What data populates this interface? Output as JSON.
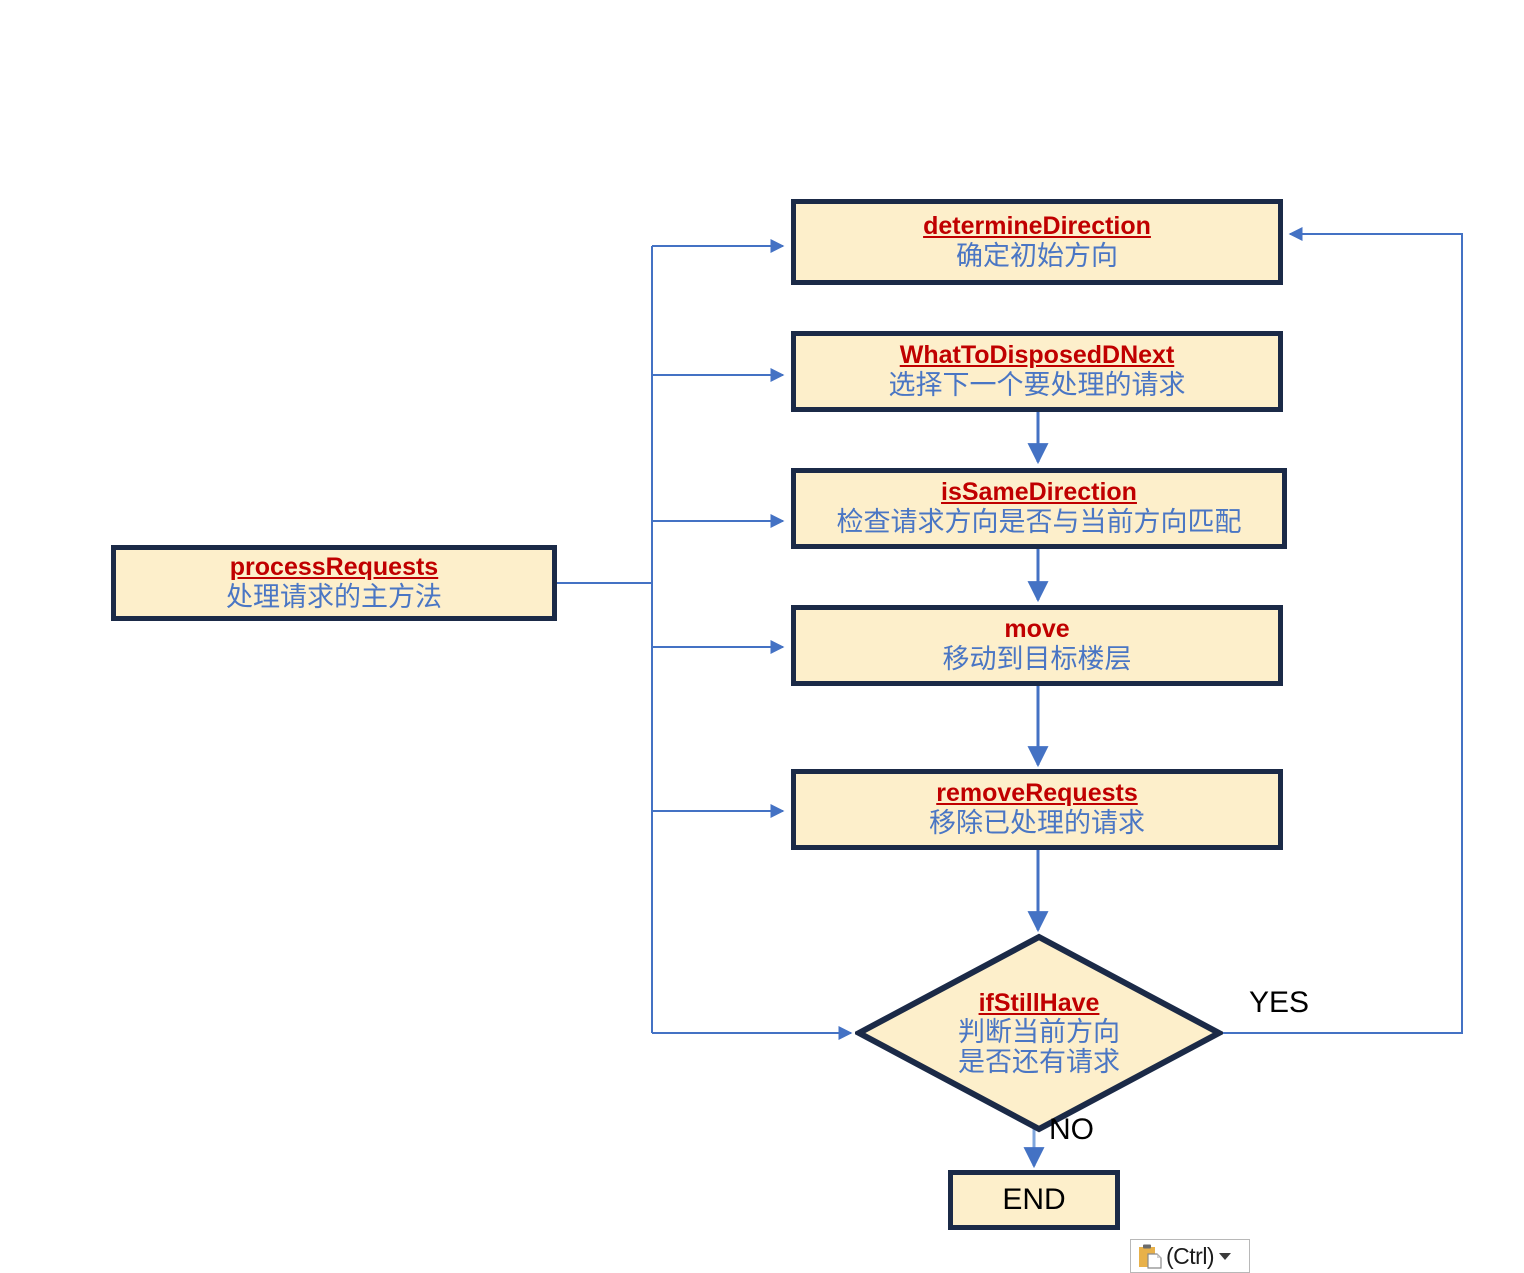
{
  "diagram": {
    "type": "flowchart",
    "title": "",
    "colors": {
      "node_fill": "#fdefcb",
      "node_border": "#1b2a47",
      "connector": "#4472c4",
      "title_text": "#c00000",
      "subtitle_text": "#4a76c4",
      "plain_text": "#000000"
    },
    "nodes": [
      {
        "id": "process-requests",
        "shape": "rectangle",
        "title_en": "processRequests",
        "subtitle_cn": "处理请求的主方法"
      },
      {
        "id": "determine-direction",
        "shape": "rectangle",
        "title_en": "determineDirection",
        "subtitle_cn": "确定初始方向"
      },
      {
        "id": "what-to-disposed-d-next",
        "shape": "rectangle",
        "title_en": "WhatToDisposedDNext",
        "subtitle_cn": "选择下一个要处理的请求"
      },
      {
        "id": "is-same-direction",
        "shape": "rectangle",
        "title_en": "isSameDirection",
        "subtitle_cn": "检查请求方向是否与当前方向匹配"
      },
      {
        "id": "move",
        "shape": "rectangle",
        "title_en": "move",
        "subtitle_cn": "移动到目标楼层"
      },
      {
        "id": "remove-requests",
        "shape": "rectangle",
        "title_en": "removeRequests",
        "subtitle_cn": "移除已处理的请求"
      },
      {
        "id": "if-still-have",
        "shape": "diamond",
        "title_en": "ifStillHave",
        "subtitle_cn": "判断当前方向是否还有请求"
      },
      {
        "id": "end",
        "shape": "rectangle",
        "label": "END"
      }
    ],
    "edge_labels": {
      "yes": "YES",
      "no": "NO"
    }
  },
  "paste_options": {
    "label": "(Ctrl)",
    "icon": "clipboard-icon",
    "caret": "chevron-down-icon"
  }
}
